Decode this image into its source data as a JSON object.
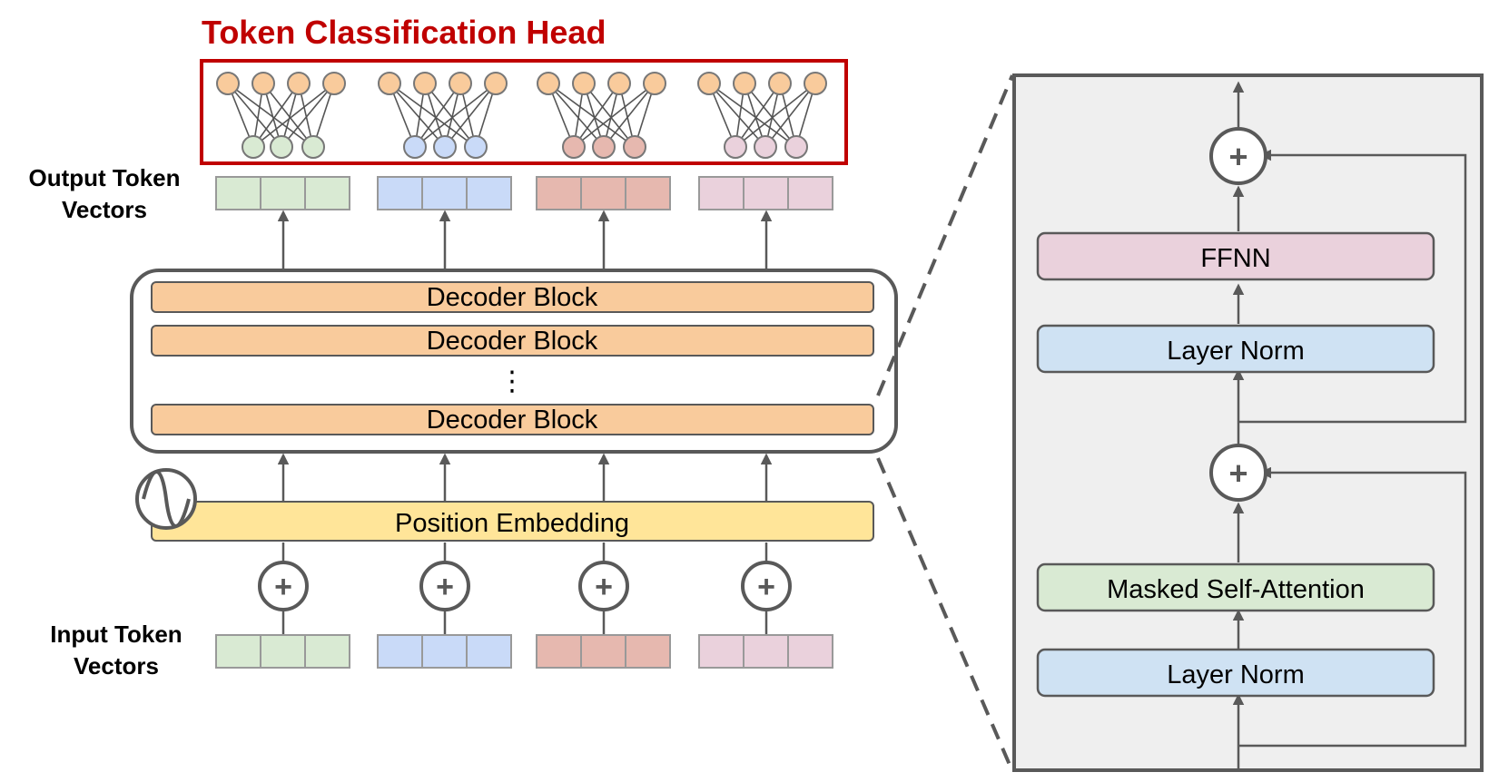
{
  "head": {
    "title": "Token Classification Head"
  },
  "labels": {
    "output_line1": "Output Token",
    "output_line2": "Vectors",
    "input_line1": "Input Token",
    "input_line2": "Vectors"
  },
  "stack": {
    "blocks": [
      "Decoder Block",
      "Decoder Block",
      "Decoder Block"
    ],
    "ellipsis": "⋮",
    "position_embedding": "Position Embedding"
  },
  "detail": {
    "ffnn": "FFNN",
    "layer_norm_top": "Layer Norm",
    "attention": "Masked Self-Attention",
    "layer_norm_bottom": "Layer Norm",
    "plus": "+"
  },
  "colors": {
    "head_red": "#c00000",
    "decoder_orange": "#f9cb9c",
    "position_yellow": "#ffe599",
    "green": "#d9ead3",
    "blue": "#c9daf8",
    "red": "#e6b8af",
    "pink": "#ead1dc",
    "ln_blue": "#cfe2f3",
    "node_orange": "#f9cb9c",
    "panel_gray": "#efefef",
    "line_gray": "#595959"
  }
}
